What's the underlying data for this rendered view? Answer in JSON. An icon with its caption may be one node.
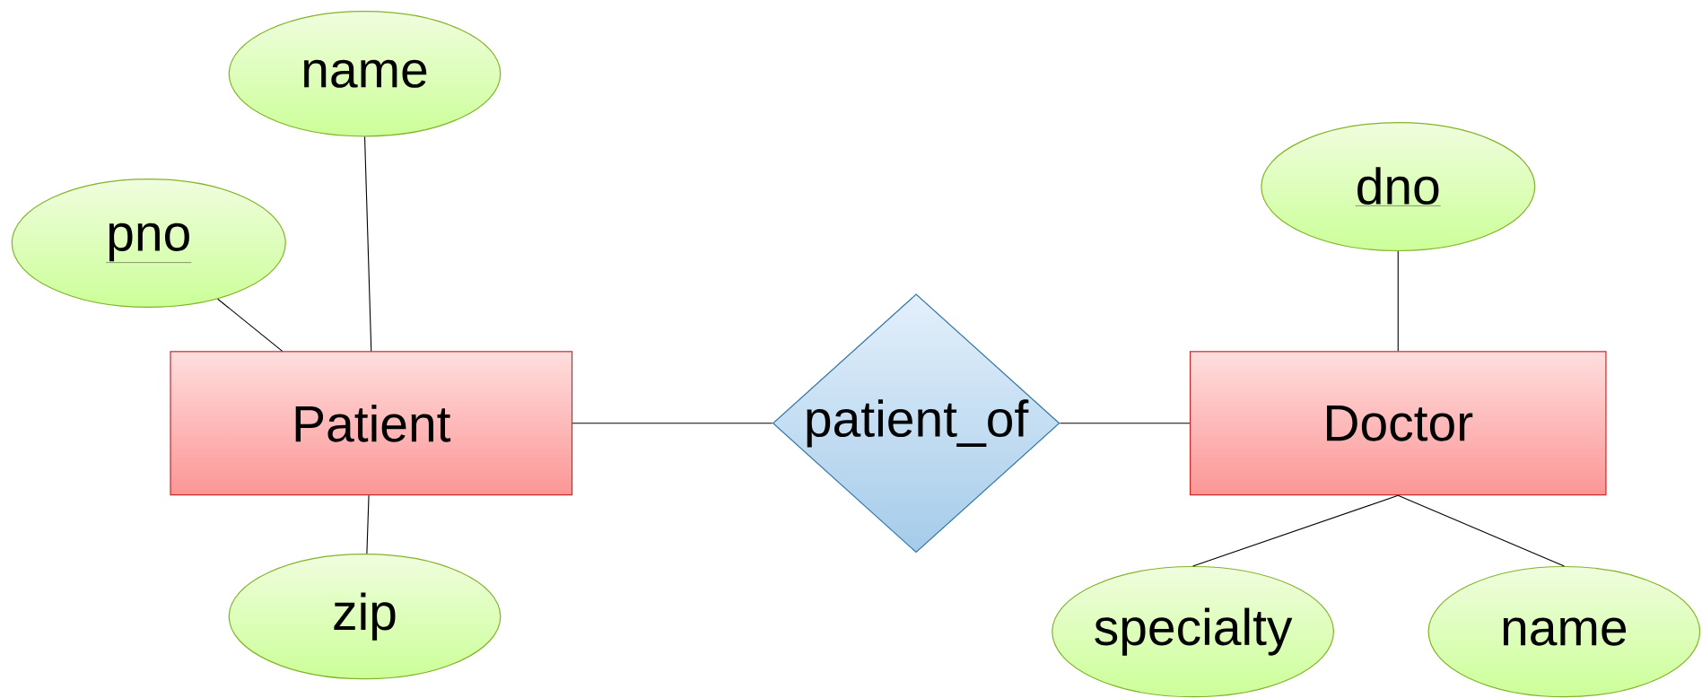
{
  "diagram": {
    "nodes": [
      {
        "text": [
          "Patient"
        ]
      },
      {
        "text": [
          "name"
        ]
      },
      {
        "text": [
          "pno"
        ]
      },
      {
        "text": [
          "zip"
        ]
      },
      {
        "text": [
          "patient_of"
        ]
      },
      {
        "text": [
          "Doctor"
        ]
      },
      {
        "text": [
          "dno"
        ]
      },
      {
        "text": [
          "specialty"
        ]
      },
      {
        "text": [
          "name"
        ]
      }
    ],
    "edges": [
      {
        "from": 0,
        "to": 1,
        "arrow": "none"
      },
      {
        "from": 0,
        "to": 2,
        "arrow": "none"
      },
      {
        "from": 0,
        "to": 3,
        "arrow": "none"
      },
      {
        "from": 0,
        "to": 4,
        "arrow": "none"
      },
      {
        "from": 4,
        "to": 5,
        "arrow": "none"
      },
      {
        "from": 5,
        "to": 6,
        "arrow": "none"
      },
      {
        "from": 5,
        "to": 7,
        "arrow": "none"
      },
      {
        "from": 5,
        "to": 8,
        "arrow": "none"
      }
    ]
  }
}
